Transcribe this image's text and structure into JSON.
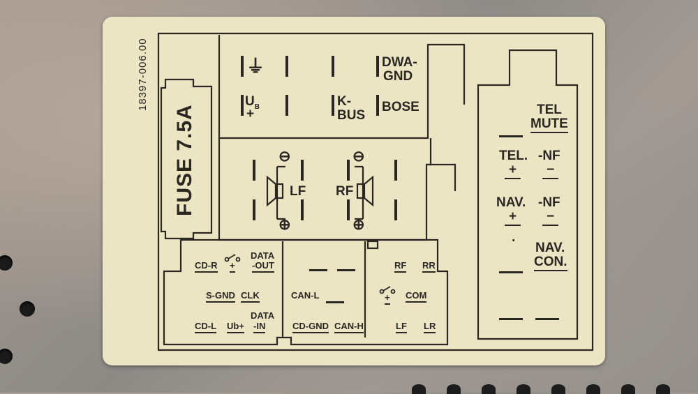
{
  "part_number": "18397-006.00",
  "fuse": "FUSE 7.5A",
  "top_block": {
    "ground_symbol": "⏚",
    "ub_label": "U",
    "ub_sub": "B",
    "ub_sign": "+",
    "dwa_gnd_1": "DWA-",
    "dwa_gnd_2": "GND",
    "kbus_1": "K-",
    "kbus_2": "BUS",
    "bose": "BOSE"
  },
  "speaker_block": {
    "left": "LF",
    "right": "RF",
    "minus": "⊖",
    "plus": "⊕"
  },
  "bottom_block": {
    "cd_r": "CD-R",
    "plus_1": "+",
    "data_out_1": "DATA",
    "data_out_2": "-OUT",
    "s_gnd": "S-GND",
    "clk": "CLK",
    "cd_l": "CD-L",
    "ub_plus": "Ub+",
    "data_in_1": "DATA",
    "data_in_2": "-IN",
    "can_l": "CAN-L",
    "cd_gnd": "CD-GND",
    "can_h": "CAN-H",
    "rf": "RF",
    "rr": "RR",
    "plus_2": "+",
    "com": "COM",
    "lf": "LF",
    "lr": "LR"
  },
  "right_block": {
    "tel_mute_1": "TEL",
    "tel_mute_2": "MUTE",
    "tel": "TEL.",
    "tel_plus": "+",
    "nf_1": "-NF",
    "nf_1_minus": "−",
    "nav": "NAV.",
    "nav_plus": "+",
    "nf_2": "-NF",
    "nf_2_minus": "−",
    "dot": "·",
    "nav_con_1": "NAV.",
    "nav_con_2": "CON."
  },
  "colors": {
    "label": "#ece5c4",
    "ink": "#2a2622",
    "metal": "#9a928b"
  }
}
